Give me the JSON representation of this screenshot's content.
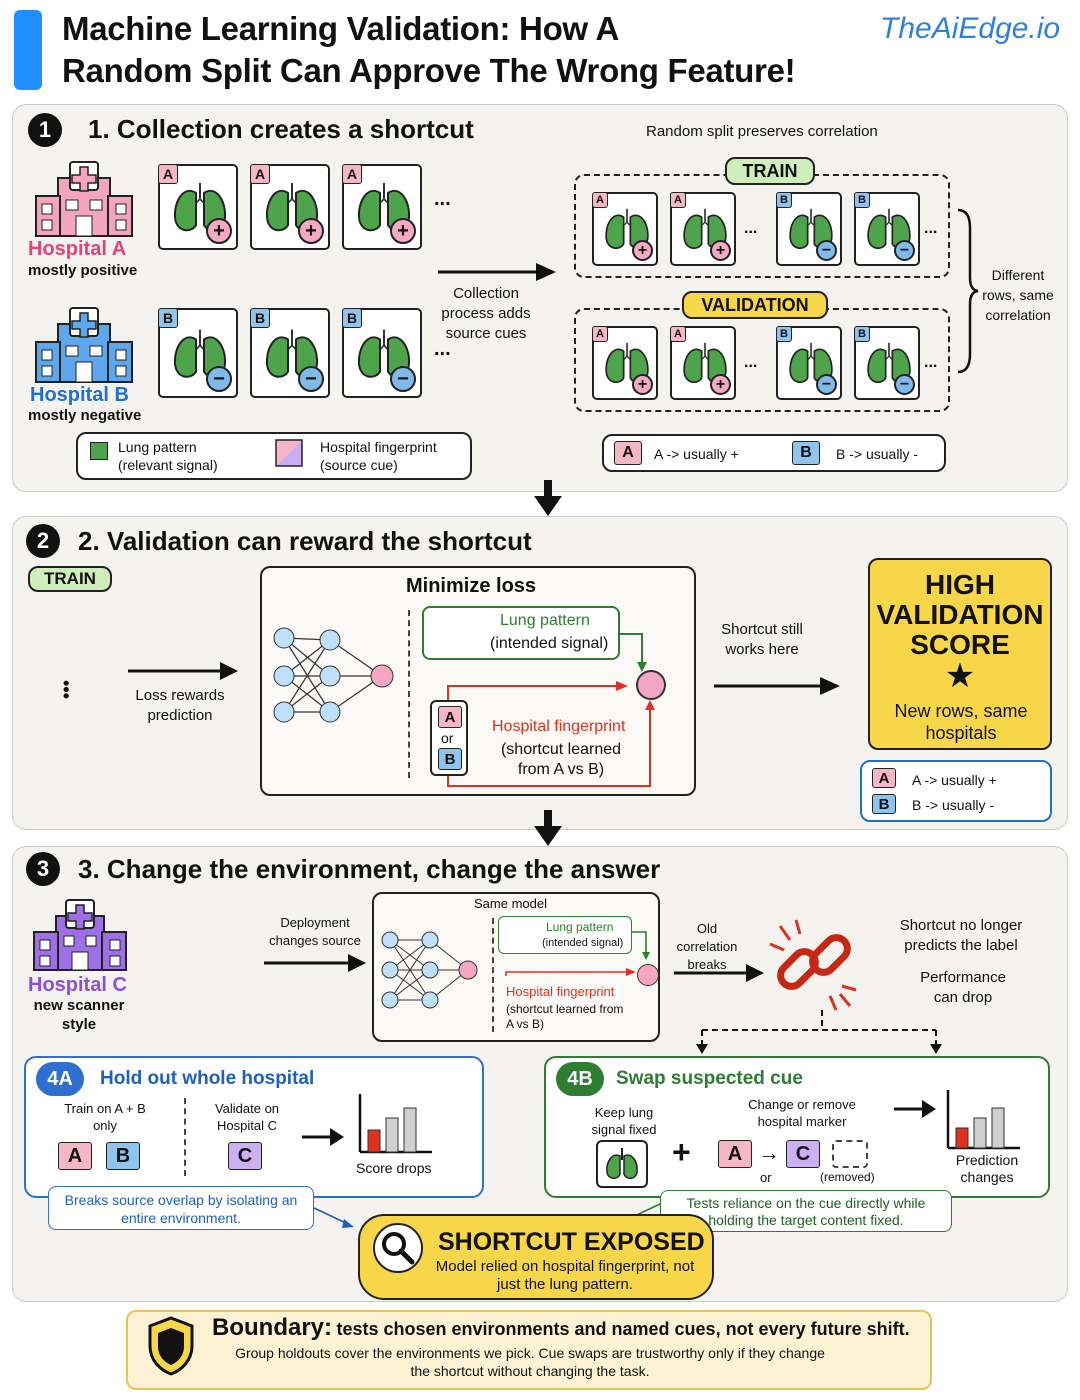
{
  "header": {
    "title_line1": "Machine Learning Validation: How A",
    "title_line2": "Random Split Can Approve The Wrong Feature!",
    "brand": "TheAiEdge.io"
  },
  "section1": {
    "number": "1",
    "title": "1. Collection creates a shortcut",
    "hospital_a_name": "Hospital A",
    "hospital_a_note": "mostly positive",
    "hospital_b_name": "Hospital B",
    "hospital_b_note": "mostly negative",
    "ellipsis": "...",
    "arrow_caption": "Collection process adds source cues",
    "split_caption": "Random split preserves correlation",
    "train_label": "TRAIN",
    "validation_label": "VALIDATION",
    "bracket_caption": "Different rows, same correlation",
    "legend_lung_line1": "Lung pattern",
    "legend_lung_line2": "(relevant signal)",
    "legend_fp_line1": "Hospital fingerprint",
    "legend_fp_line2": "(source cue)",
    "key_a": "A -> usually +",
    "key_b": "B -> usually -",
    "tag_a": "A",
    "tag_b": "B"
  },
  "section2": {
    "number": "2",
    "title": "2. Validation can reward the shortcut",
    "train_label": "TRAIN",
    "loss_caption": "Loss rewards prediction",
    "minimize_loss": "Minimize loss",
    "lung_title": "Lung pattern",
    "lung_sub": "(intended signal)",
    "or": "or",
    "fp_title": "Hospital fingerprint",
    "fp_sub": "(shortcut learned from A vs B)",
    "shortcut_caption": "Shortcut still works here",
    "score_title": "HIGH VALIDATION SCORE",
    "score_sub": "New rows, same hospitals",
    "key_a": "A -> usually +",
    "key_b": "B -> usually -"
  },
  "section3": {
    "number": "3",
    "title": "3. Change the environment, change the answer",
    "hospital_c_name": "Hospital C",
    "hospital_c_note": "new scanner style",
    "tag_c": "C",
    "deploy_caption": "Deployment changes source",
    "same_model": "Same model",
    "lung_title": "Lung pattern",
    "lung_sub": "(intended signal)",
    "fp_title": "Hospital fingerprint",
    "fp_sub": "(shortcut learned from A vs B)",
    "old_corr": "Old correlation breaks",
    "shortcut_no_longer": "Shortcut no longer predicts the label",
    "perf_drop": "Performance can drop",
    "panel4a_badge": "4A",
    "panel4a_title": "Hold out whole hospital",
    "train_on": "Train on A + B only",
    "validate_on": "Validate on Hospital C",
    "score_drops": "Score drops",
    "breaks_note": "Breaks source overlap by isolating an entire environment.",
    "panel4b_badge": "4B",
    "panel4b_title": "Swap suspected cue",
    "keep_lung": "Keep lung signal fixed",
    "change_marker": "Change or remove hospital marker",
    "or": "or",
    "removed": "(removed)",
    "prediction_changes": "Prediction changes",
    "tests_note": "Tests reliance on the cue directly while holding the target content fixed.",
    "exposed_title": "SHORTCUT EXPOSED",
    "exposed_sub": "Model relied on hospital fingerprint, not just the lung pattern."
  },
  "boundary": {
    "label": "Boundary:",
    "headline": "tests chosen environments and named cues, not every future shift.",
    "detail": "Group holdouts cover the environments we pick. Cue swaps are trustworthy only if they change the shortcut without changing the task."
  },
  "colors": {
    "accent_blue": "#1e90ff",
    "pink": "#f7b6c8",
    "blue": "#8fc4ee",
    "purple": "#cbb1f2",
    "yellow": "#f7d64a",
    "lung_green": "#4ea44a",
    "red": "#e0301e",
    "green_frame": "#2e7d32"
  }
}
